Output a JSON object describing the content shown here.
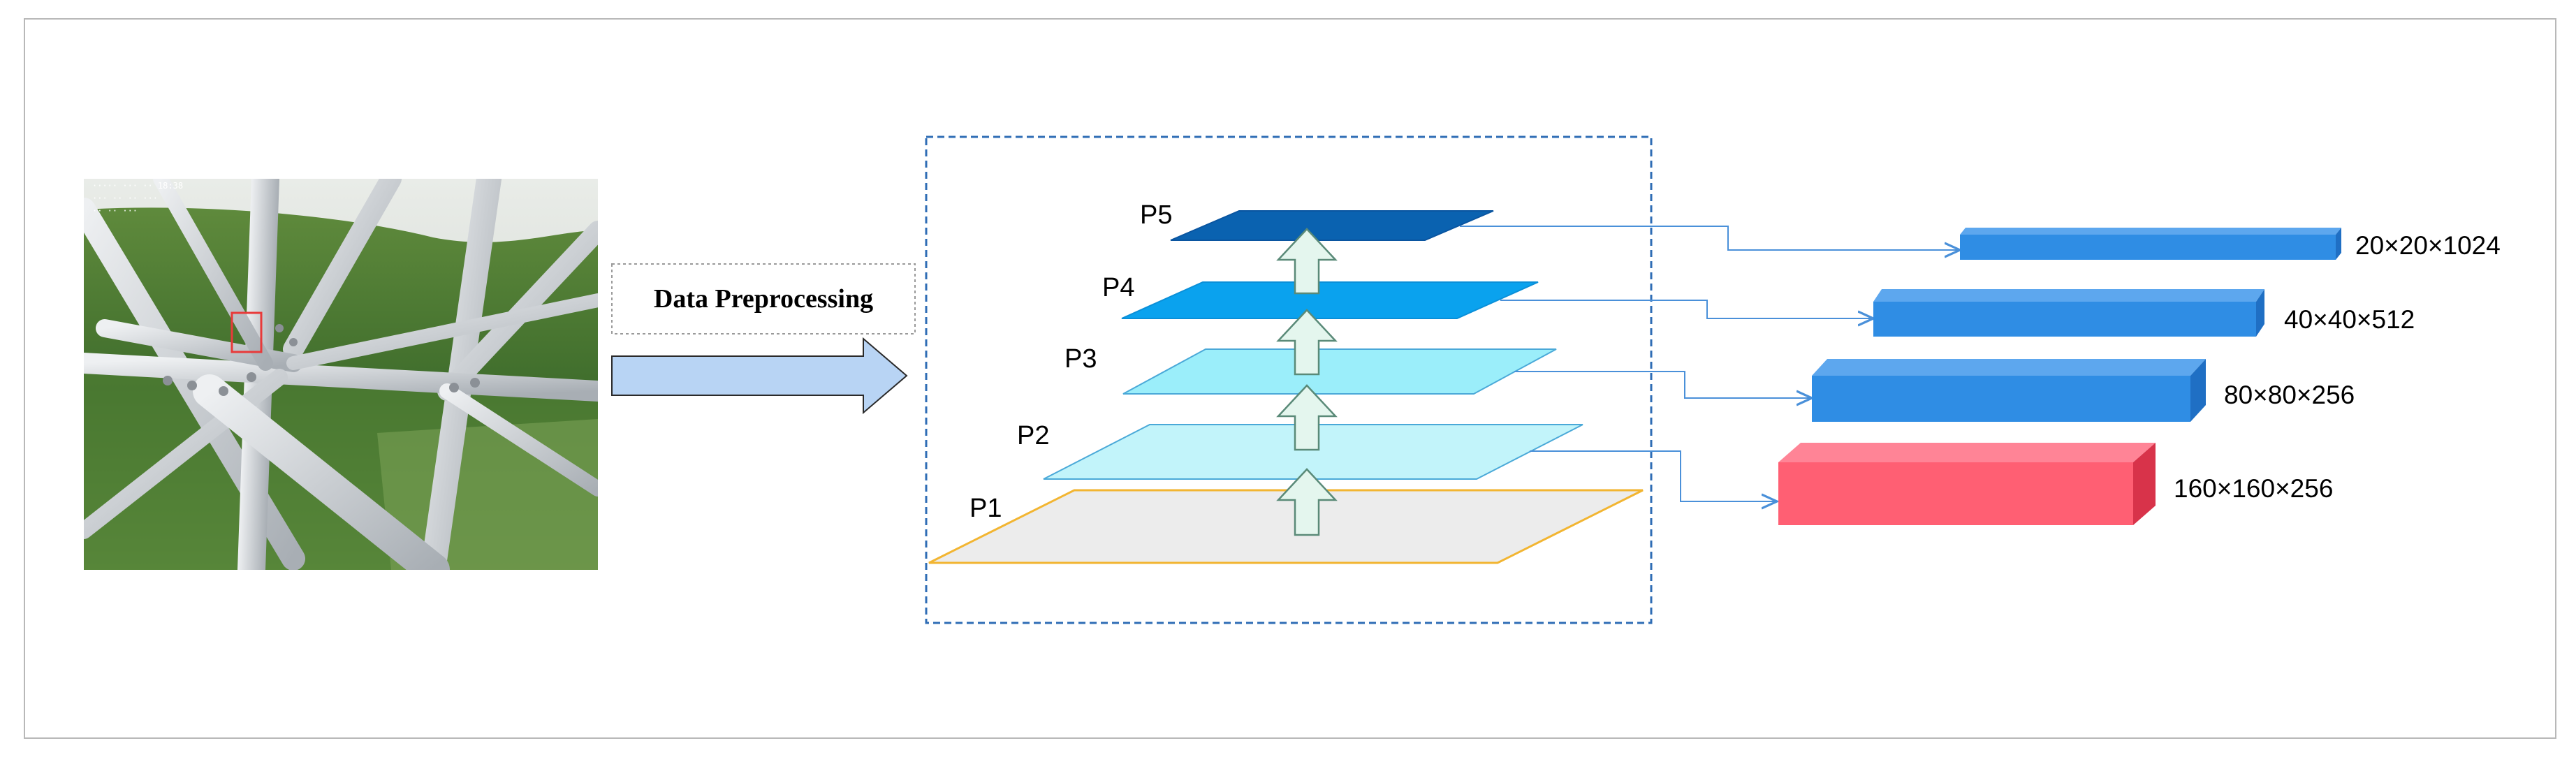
{
  "preprocessing": {
    "label": "Data Preprocessing"
  },
  "photo": {
    "overlay_lines": [
      "····· ··· ·· 18:38",
      "··· ·· ·· ···",
      "·· ·· ···"
    ]
  },
  "pyramid": {
    "levels": [
      {
        "label": "P1",
        "color": "#ececec",
        "stroke": "#f2b531"
      },
      {
        "label": "P2",
        "color": "#c2f4fa",
        "stroke": "#4aa9d8"
      },
      {
        "label": "P3",
        "color": "#9beefa",
        "stroke": "#4aa9d8"
      },
      {
        "label": "P4",
        "color": "#0aa2ee",
        "stroke": "#0a8fd8"
      },
      {
        "label": "P5",
        "color": "#0a62b0",
        "stroke": "#0a55a0"
      }
    ]
  },
  "outputs": [
    {
      "label": "20×20×1024",
      "color": "#2f8de4"
    },
    {
      "label": "40×40×512",
      "color": "#2f8de4"
    },
    {
      "label": "80×80×256",
      "color": "#2f8de4"
    },
    {
      "label": "160×160×256",
      "color": "#ff5f73"
    }
  ],
  "colors": {
    "connector": "#4a90d9",
    "dashed_box": "#2f6db5",
    "arrow_fill": "#b8d4f4",
    "up_arrow_fill": "#e4f6ee"
  }
}
